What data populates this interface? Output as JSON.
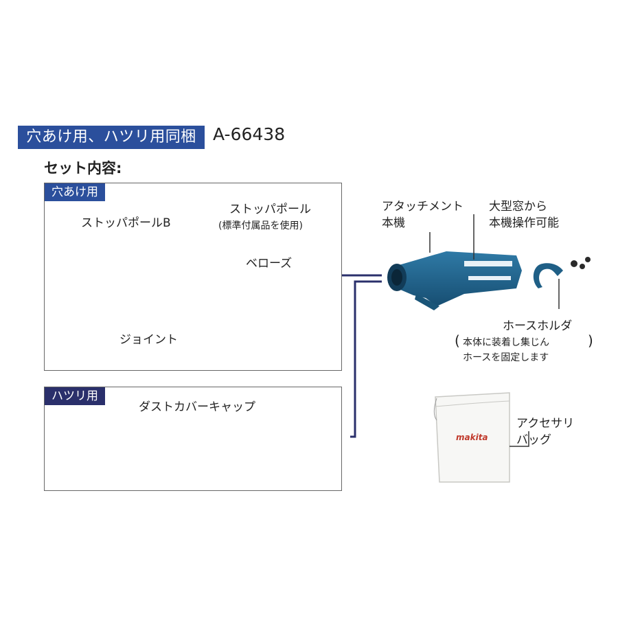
{
  "header": {
    "badge": "穴あけ用、ハツリ用同梱",
    "model": "A-66438"
  },
  "set_title": "セット内容:",
  "drilling_panel": {
    "label": "穴あけ用",
    "stopper_pole_b": "ストッパポールB",
    "stopper_pole": "ストッパポール",
    "stopper_pole_note": "(標準付属品を使用)",
    "bellows": "ベローズ",
    "joint": "ジョイント"
  },
  "chipping_panel": {
    "label": "ハツリ用",
    "dust_cover_cap": "ダストカバーキャップ"
  },
  "right": {
    "attachment_line1": "アタッチメント",
    "attachment_line2": "本機",
    "window_line1": "大型窓から",
    "window_line2": "本機操作可能",
    "hose_holder": "ホースホルダ",
    "hose_holder_note1": "本体に装着し集じん",
    "hose_holder_note2": "ホースを固定します",
    "bag_line1": "アクセサリ",
    "bag_line2": "バッグ",
    "bag_logo": "makita"
  },
  "colors": {
    "brand_blue": "#2b4f9c",
    "dark_navy": "#2a2f6b",
    "product_teal": "#1f5f86",
    "bellows_blue": "#cfe0ee"
  }
}
